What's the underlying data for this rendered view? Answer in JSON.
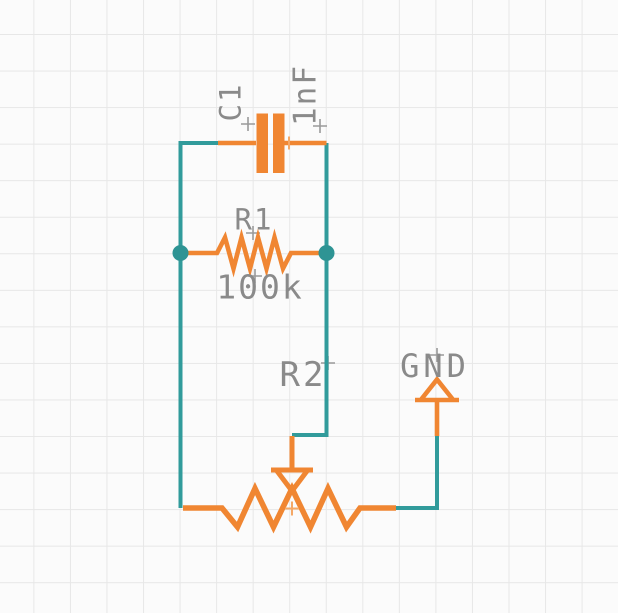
{
  "colors": {
    "bg": "#FBFBFB",
    "grid": "#E7E7E7",
    "wire": "#319B9B",
    "junction": "#2E9494",
    "component": "#F08632",
    "accent-light": "#F5A866",
    "label": "#8A8A8A",
    "anchor": "#9A9A9A"
  },
  "schematic": {
    "components": {
      "capacitor": {
        "ref": "C1",
        "value": "1nF"
      },
      "resistor": {
        "ref": "R1",
        "value": "100k"
      },
      "potentiometer": {
        "ref": "R2"
      },
      "ground": {
        "label": "GND"
      }
    }
  }
}
